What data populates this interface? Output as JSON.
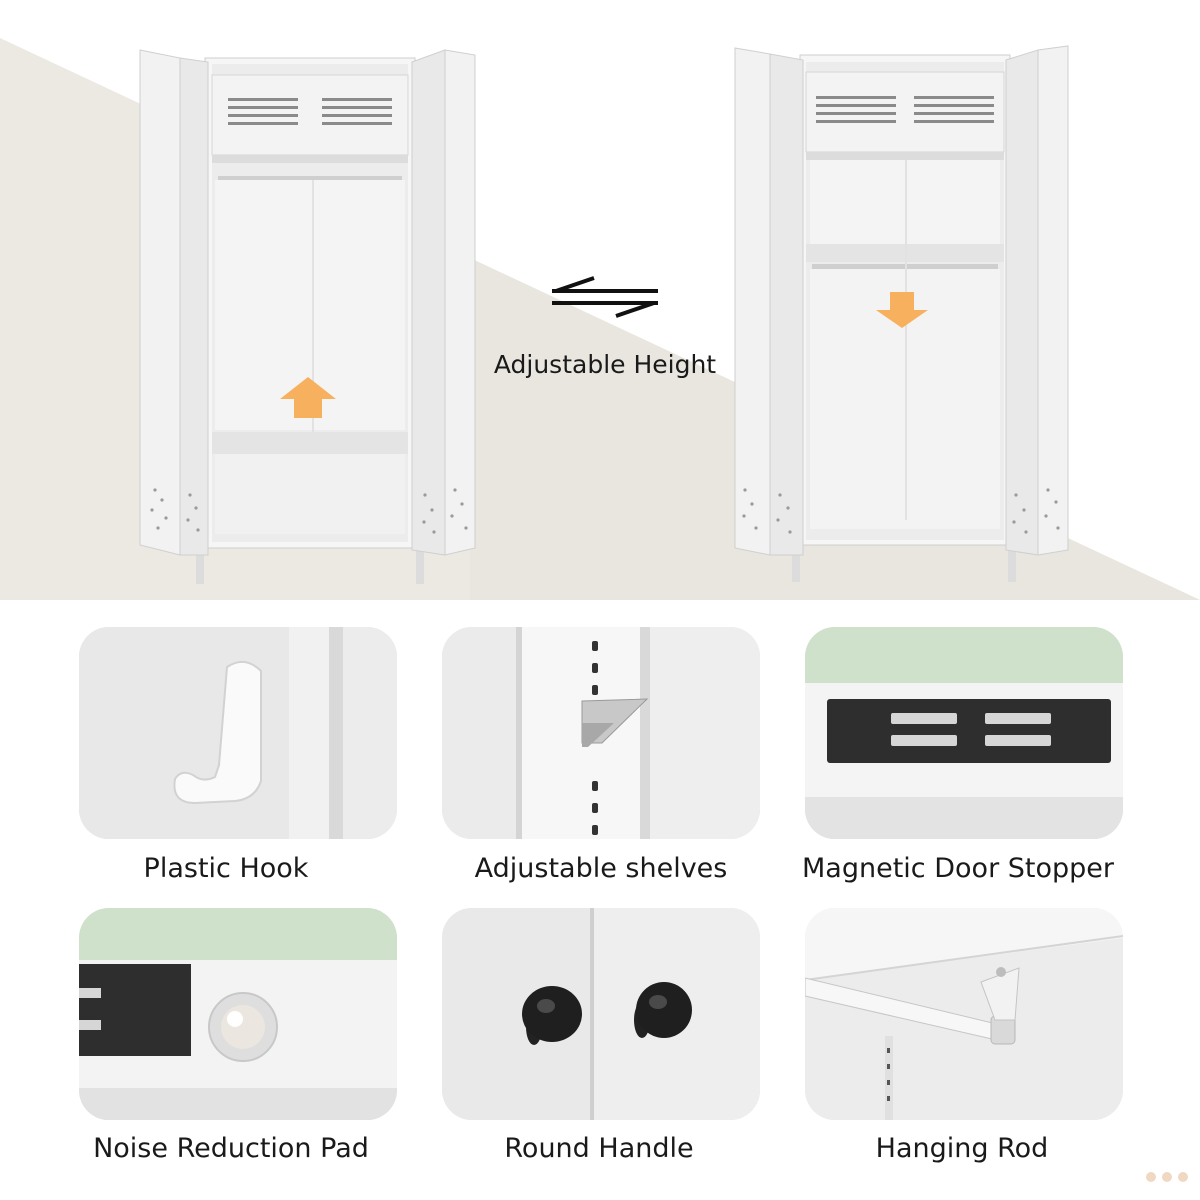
{
  "hero": {
    "label": "Adjustable Height",
    "arrow_color": "#f7b05e",
    "icons": [
      "swap-arrows-icon",
      "up-arrow-icon",
      "down-arrow-icon"
    ]
  },
  "features": [
    {
      "label": "Plastic Hook",
      "icon": "plastic-hook"
    },
    {
      "label": "Adjustable shelves",
      "icon": "shelf-bracket"
    },
    {
      "label": "Magnetic Door Stopper",
      "icon": "magnet"
    },
    {
      "label": "Noise Reduction Pad",
      "icon": "rubber-pad"
    },
    {
      "label": "Round Handle",
      "icon": "round-knob"
    },
    {
      "label": "Hanging Rod",
      "icon": "hanging-rod"
    }
  ],
  "colors": {
    "backdrop": "#ece9e3",
    "cabinet": "#f4f4f4",
    "accent_green": "#cfe0cb"
  }
}
